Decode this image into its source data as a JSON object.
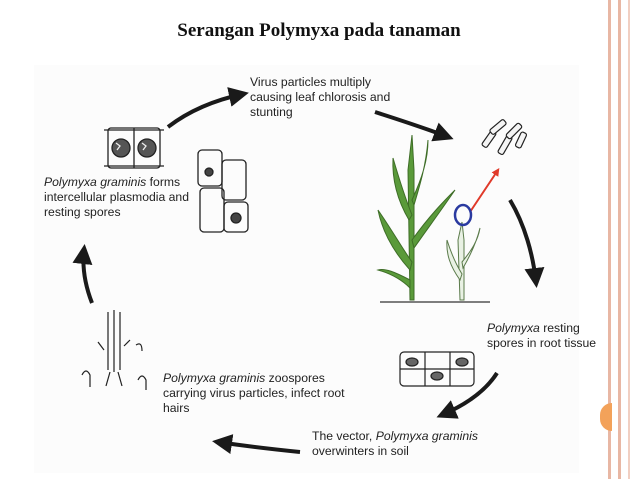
{
  "title": "Serangan Polymyxa pada tanaman",
  "diagram": {
    "top_label": "Virus particles multiply causing leaf chlorosis and stunting",
    "left_label_italic": "Polymyxa graminis",
    "left_label_rest": " forms intercellular plasmodia and resting spores",
    "right_label_italic": "Polymyxa",
    "right_label_rest": " resting spores in root tissue",
    "bottom_left_label_italic": "Polymyxa graminis",
    "bottom_left_label_rest": " zoospores carrying virus particles, infect root hairs",
    "bottom_label_prefix": "The vector, ",
    "bottom_label_italic": "Polymyxa graminis",
    "bottom_label_rest": " overwinters in soil"
  },
  "colors": {
    "accent_border": "#e8b7a4",
    "side_marker": "#f3a25a",
    "plant_green": "#5a9a3a",
    "vector_arrow": "#e03a2a",
    "cycle_arrow": "#1a1a1a"
  }
}
